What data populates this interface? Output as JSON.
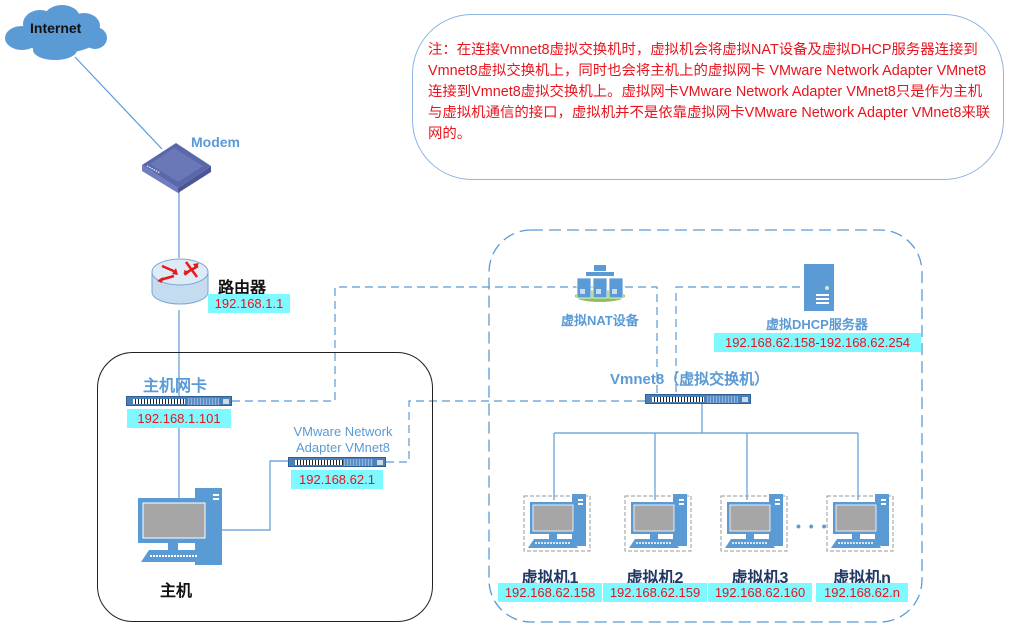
{
  "note": {
    "text": "注：在连接Vmnet8虚拟交换机时，虚拟机会将虚拟NAT设备及虚拟DHCP服务器连接到Vmnet8虚拟交换机上，同时也会将主机上的虚拟网卡 VMware Network Adapter VMnet8连接到Vmnet8虚拟交换机上。虚拟网卡VMware Network Adapter VMnet8只是作为主机与虚拟机通信的接口，虚拟机并不是依靠虚拟网卡VMware Network Adapter VMnet8来联网的。"
  },
  "internet": {
    "label": "Internet"
  },
  "modem": {
    "label": "Modem"
  },
  "router": {
    "label": "路由器",
    "ip": "192.168.1.1"
  },
  "host_nic": {
    "label": "主机网卡",
    "ip": "192.168.1.101"
  },
  "vmnet8_adapter": {
    "label_line1": "VMware Network",
    "label_line2": "Adapter VMnet8",
    "ip": "192.168.62.1"
  },
  "host": {
    "label": "主机"
  },
  "nat": {
    "label": "虚拟NAT设备"
  },
  "dhcp": {
    "label": "虚拟DHCP服务器",
    "ip_range": "192.168.62.158-192.168.62.254"
  },
  "switch": {
    "label": "Vmnet8（虚拟交换机）"
  },
  "ellipsis": "• • •",
  "vms": [
    {
      "label": "虚拟机1",
      "ip": "192.168.62.158"
    },
    {
      "label": "虚拟机2",
      "ip": "192.168.62.159"
    },
    {
      "label": "虚拟机3",
      "ip": "192.168.62.160"
    },
    {
      "label": "虚拟机n",
      "ip": "192.168.62.n"
    }
  ],
  "colors": {
    "accent_blue": "#5b9bd5",
    "ip_bg": "#7df9ff",
    "ip_text": "#e8141e",
    "note_text": "#e8141e"
  }
}
